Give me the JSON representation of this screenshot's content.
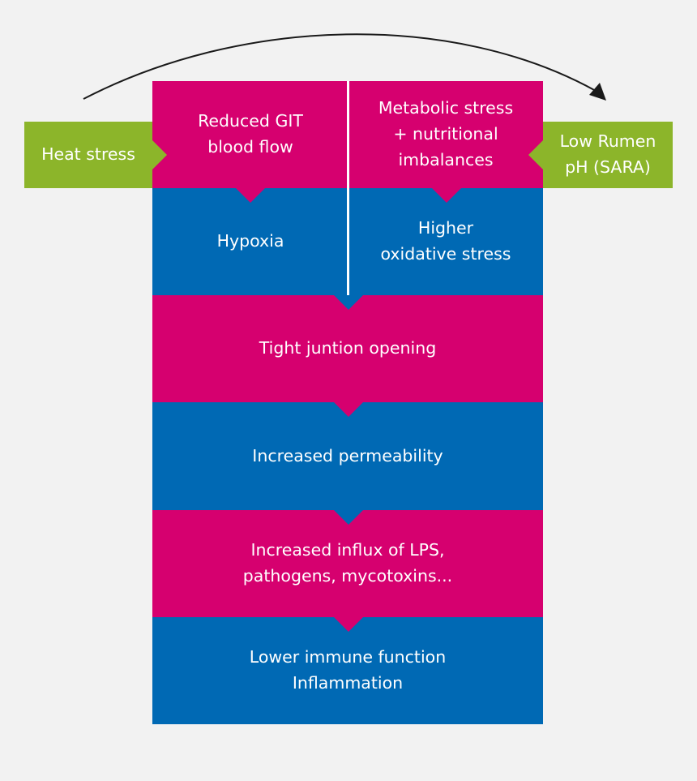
{
  "left_input": {
    "lines": [
      "Heat stress"
    ]
  },
  "right_input": {
    "lines": [
      "Low Rumen",
      "pH (SARA)"
    ]
  },
  "top_left": {
    "lines": [
      "Reduced GIT",
      "blood flow"
    ]
  },
  "top_right": {
    "lines": [
      "Metabolic stress",
      "+ nutritional",
      "imbalances"
    ]
  },
  "mid_left": {
    "lines": [
      "Hypoxia"
    ]
  },
  "mid_right": {
    "lines": [
      "Higher",
      "oxidative stress"
    ]
  },
  "steps": [
    {
      "lines": [
        "Tight juntion opening"
      ]
    },
    {
      "lines": [
        "Increased permeability"
      ]
    },
    {
      "lines": [
        "Increased influx of LPS,",
        "pathogens, mycotoxins..."
      ]
    },
    {
      "lines": [
        "Lower immune function",
        "Inflammation"
      ]
    }
  ],
  "colors": {
    "magenta": "#d6006f",
    "blue": "#0069b4",
    "green": "#8cb52a",
    "background": "#f2f2f2",
    "arrow": "#1a1a1a"
  },
  "icons": {
    "cycle_arrow": "curved-arrow-right-icon"
  }
}
